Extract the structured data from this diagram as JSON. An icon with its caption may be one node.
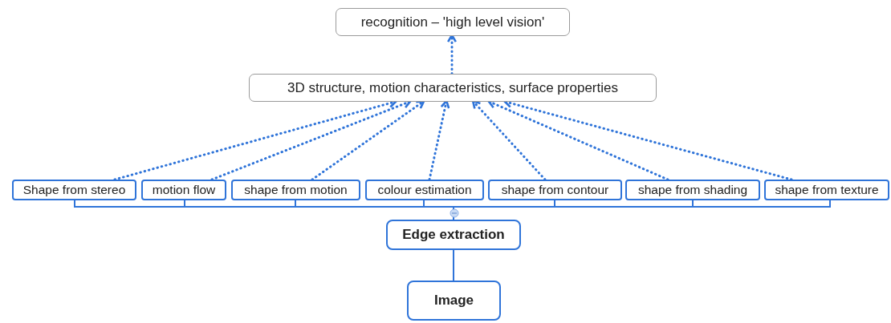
{
  "diagram": {
    "nodes": [
      {
        "text": [
          "recognition – 'high level vision'"
        ]
      },
      {
        "text": [
          "3D structure, motion characteristics, surface properties"
        ]
      },
      {
        "text": [
          "Shape from stereo"
        ]
      },
      {
        "text": [
          "motion flow"
        ]
      },
      {
        "text": [
          "shape from motion"
        ]
      },
      {
        "text": [
          "colour estimation"
        ]
      },
      {
        "text": [
          "shape from contour"
        ]
      },
      {
        "text": [
          "shape from shading"
        ]
      },
      {
        "text": [
          "shape from texture"
        ]
      },
      {
        "text": [
          "Edge extraction"
        ]
      },
      {
        "text": [
          "Image"
        ]
      }
    ],
    "edges": [
      {
        "from": 1,
        "to": 0,
        "arrow": "to",
        "style": "dashed"
      },
      {
        "from": 2,
        "to": 1,
        "arrow": "to",
        "style": "dashed"
      },
      {
        "from": 3,
        "to": 1,
        "arrow": "to",
        "style": "dashed"
      },
      {
        "from": 4,
        "to": 1,
        "arrow": "to",
        "style": "dashed"
      },
      {
        "from": 5,
        "to": 1,
        "arrow": "to",
        "style": "dashed"
      },
      {
        "from": 6,
        "to": 1,
        "arrow": "to",
        "style": "dashed"
      },
      {
        "from": 7,
        "to": 1,
        "arrow": "to",
        "style": "dashed"
      },
      {
        "from": 8,
        "to": 1,
        "arrow": "to",
        "style": "dashed"
      },
      {
        "from": 9,
        "to": 2,
        "arrow": "none"
      },
      {
        "from": 9,
        "to": 3,
        "arrow": "none"
      },
      {
        "from": 9,
        "to": 4,
        "arrow": "none"
      },
      {
        "from": 9,
        "to": 5,
        "arrow": "none"
      },
      {
        "from": 9,
        "to": 6,
        "arrow": "none"
      },
      {
        "from": 9,
        "to": 7,
        "arrow": "none"
      },
      {
        "from": 9,
        "to": 8,
        "arrow": "none"
      },
      {
        "from": 10,
        "to": 9,
        "arrow": "none"
      }
    ]
  }
}
